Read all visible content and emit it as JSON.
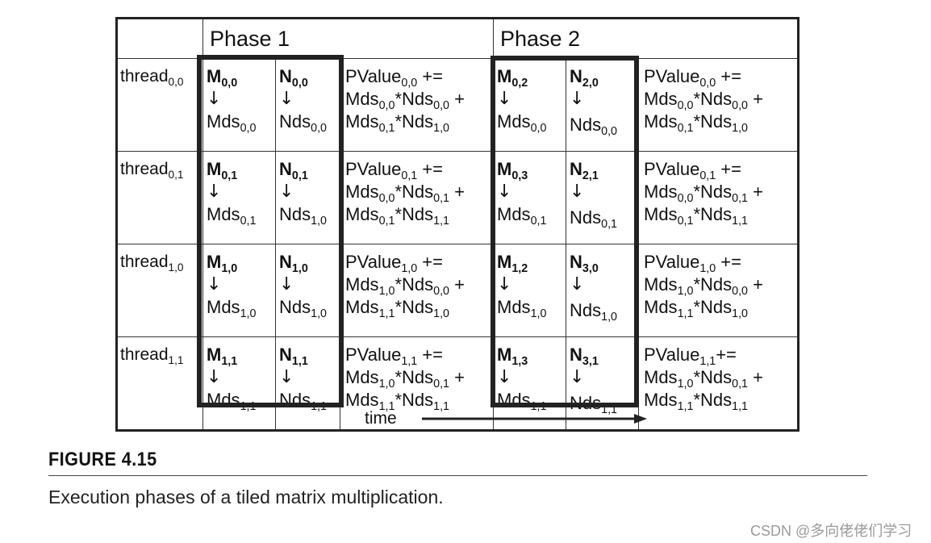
{
  "header": {
    "phase1": "Phase 1",
    "phase2": "Phase 2"
  },
  "rows": [
    {
      "thread": "thread",
      "thread_sub": "0,0",
      "p1": {
        "m_src": "M",
        "m_src_sub": "0,0",
        "m_dst": "Mds",
        "m_dst_sub": "0,0",
        "n_src": "N",
        "n_src_sub": "0,0",
        "n_dst": "Nds",
        "n_dst_sub": "0,0"
      },
      "p1_pv": {
        "l1": "PValue",
        "l1_sub": "0,0",
        "l1_tail": " +=",
        "a": "Mds",
        "a_sub": "0,0",
        "b": "*Nds",
        "b_sub": "0,0",
        "l2_tail": " +",
        "c": "Mds",
        "c_sub": "0,1",
        "d": "*Nds",
        "d_sub": "1,0"
      },
      "p2": {
        "m_src": "M",
        "m_src_sub": "0,2",
        "m_dst": "Mds",
        "m_dst_sub": "0,0",
        "n_src": "N",
        "n_src_sub": "2,0",
        "n_dst": "Nds",
        "n_dst_sub": "0,0"
      },
      "p2_pv": {
        "l1": "PValue",
        "l1_sub": "0,0",
        "l1_tail": " +=",
        "a": "Mds",
        "a_sub": "0,0",
        "b": "*Nds",
        "b_sub": "0,0",
        "l2_tail": " +",
        "c": "Mds",
        "c_sub": "0,1",
        "d": "*Nds",
        "d_sub": "1,0"
      }
    },
    {
      "thread": "thread",
      "thread_sub": "0,1",
      "p1": {
        "m_src": "M",
        "m_src_sub": "0,1",
        "m_dst": "Mds",
        "m_dst_sub": "0,1",
        "n_src": "N",
        "n_src_sub": "0,1",
        "n_dst": "Nds",
        "n_dst_sub": "1,0"
      },
      "p1_pv": {
        "l1": "PValue",
        "l1_sub": "0,1",
        "l1_tail": " +=",
        "a": "Mds",
        "a_sub": "0,0",
        "b": "*Nds",
        "b_sub": "0,1",
        "l2_tail": " +",
        "c": "Mds",
        "c_sub": "0,1",
        "d": "*Nds",
        "d_sub": "1,1"
      },
      "p2": {
        "m_src": "M",
        "m_src_sub": "0,3",
        "m_dst": "Mds",
        "m_dst_sub": "0,1",
        "n_src": "N",
        "n_src_sub": "2,1",
        "n_dst": "Nds",
        "n_dst_sub": "0,1"
      },
      "p2_pv": {
        "l1": "PValue",
        "l1_sub": "0,1",
        "l1_tail": " +=",
        "a": "Mds",
        "a_sub": "0,0",
        "b": "*Nds",
        "b_sub": "0,1",
        "l2_tail": " +",
        "c": "Mds",
        "c_sub": "0,1",
        "d": "*Nds",
        "d_sub": "1,1"
      }
    },
    {
      "thread": "thread",
      "thread_sub": "1,0",
      "p1": {
        "m_src": "M",
        "m_src_sub": "1,0",
        "m_dst": "Mds",
        "m_dst_sub": "1,0",
        "n_src": "N",
        "n_src_sub": "1,0",
        "n_dst": "Nds",
        "n_dst_sub": "1,0"
      },
      "p1_pv": {
        "l1": "PValue",
        "l1_sub": "1,0",
        "l1_tail": " +=",
        "a": "Mds",
        "a_sub": "1,0",
        "b": "*Nds",
        "b_sub": "0,0",
        "l2_tail": " +",
        "c": "Mds",
        "c_sub": "1,1",
        "d": "*Nds",
        "d_sub": "1,0"
      },
      "p2": {
        "m_src": "M",
        "m_src_sub": "1,2",
        "m_dst": "Mds",
        "m_dst_sub": "1,0",
        "n_src": "N",
        "n_src_sub": "3,0",
        "n_dst": "Nds",
        "n_dst_sub": "1,0"
      },
      "p2_pv": {
        "l1": "PValue",
        "l1_sub": "1,0",
        "l1_tail": " +=",
        "a": "Mds",
        "a_sub": "1,0",
        "b": "*Nds",
        "b_sub": "0,0",
        "l2_tail": " +",
        "c": "Mds",
        "c_sub": "1,1",
        "d": "*Nds",
        "d_sub": "1,0"
      }
    },
    {
      "thread": "thread",
      "thread_sub": "1,1",
      "p1": {
        "m_src": "M",
        "m_src_sub": "1,1",
        "m_dst": "Mds",
        "m_dst_sub": "1,1",
        "n_src": "N",
        "n_src_sub": "1,1",
        "n_dst": "Nds",
        "n_dst_sub": "1,1"
      },
      "p1_pv": {
        "l1": "PValue",
        "l1_sub": "1,1",
        "l1_tail": " +=",
        "a": "Mds",
        "a_sub": "1,0",
        "b": "*Nds",
        "b_sub": "0,1",
        "l2_tail": " +",
        "c": "Mds",
        "c_sub": "1,1",
        "d": "*Nds",
        "d_sub": "1,1"
      },
      "p2": {
        "m_src": "M",
        "m_src_sub": "1,3",
        "m_dst": "Mds",
        "m_dst_sub": "1,1",
        "n_src": "N",
        "n_src_sub": "3,1",
        "n_dst": "Nds",
        "n_dst_sub": "1,1"
      },
      "p2_pv": {
        "l1": "PValue",
        "l1_sub": "1,1",
        "l1_tail": "+=",
        "a": "Mds",
        "a_sub": "1,0",
        "b": "*Nds",
        "b_sub": "0,1",
        "l2_tail": " +",
        "c": "Mds",
        "c_sub": "1,1",
        "d": "*Nds",
        "d_sub": "1,1"
      }
    }
  ],
  "arrow_glyph": "↓",
  "time_label": "time",
  "figure_label": "FIGURE 4.15",
  "caption": "Execution phases of a tiled matrix multiplication.",
  "watermark": "CSDN @多向佬佬们学习"
}
